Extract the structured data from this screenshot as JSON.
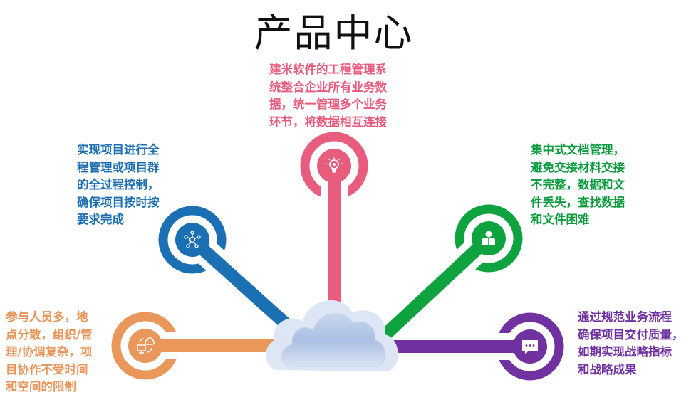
{
  "title": "产品中心",
  "colors": {
    "pink": "#e85c7d",
    "blue": "#1a70b3",
    "green": "#0ea33f",
    "orange": "#e9975a",
    "purple": "#7231a0",
    "cloud_outer": "#dce6f5",
    "cloud_inner": "#b3c6e6"
  },
  "branches": {
    "pink": {
      "icon": "lightbulb-icon",
      "lines": [
        "建米软件的工程管理系",
        "统整合企业所有业务数",
        "据，统一管理多个业务",
        "环节，将数据相互连接"
      ]
    },
    "blue": {
      "icon": "network-icon",
      "lines": [
        "实现项目进行全",
        "程管理或项目群",
        "的全过程控制，",
        "确保项目按时按",
        "要求完成"
      ]
    },
    "green": {
      "icon": "businessman-icon",
      "lines": [
        "集中式文档管理，",
        "避免交接材料交接",
        "不完整，数据和文",
        "件丢失，查找数据",
        "和文件困难"
      ]
    },
    "orange": {
      "icon": "computer-cloud-sync-icon",
      "lines": [
        "参与人员多，地",
        "点分散，组织/管",
        "理/协调复杂，项",
        "目协作不受时间",
        "和空间的限制"
      ]
    },
    "purple": {
      "icon": "chat-bubble-icon",
      "lines": [
        "通过规范业务流程",
        "确保项目交付质量，",
        "如期实现战略指标",
        "和战略成果"
      ]
    }
  }
}
